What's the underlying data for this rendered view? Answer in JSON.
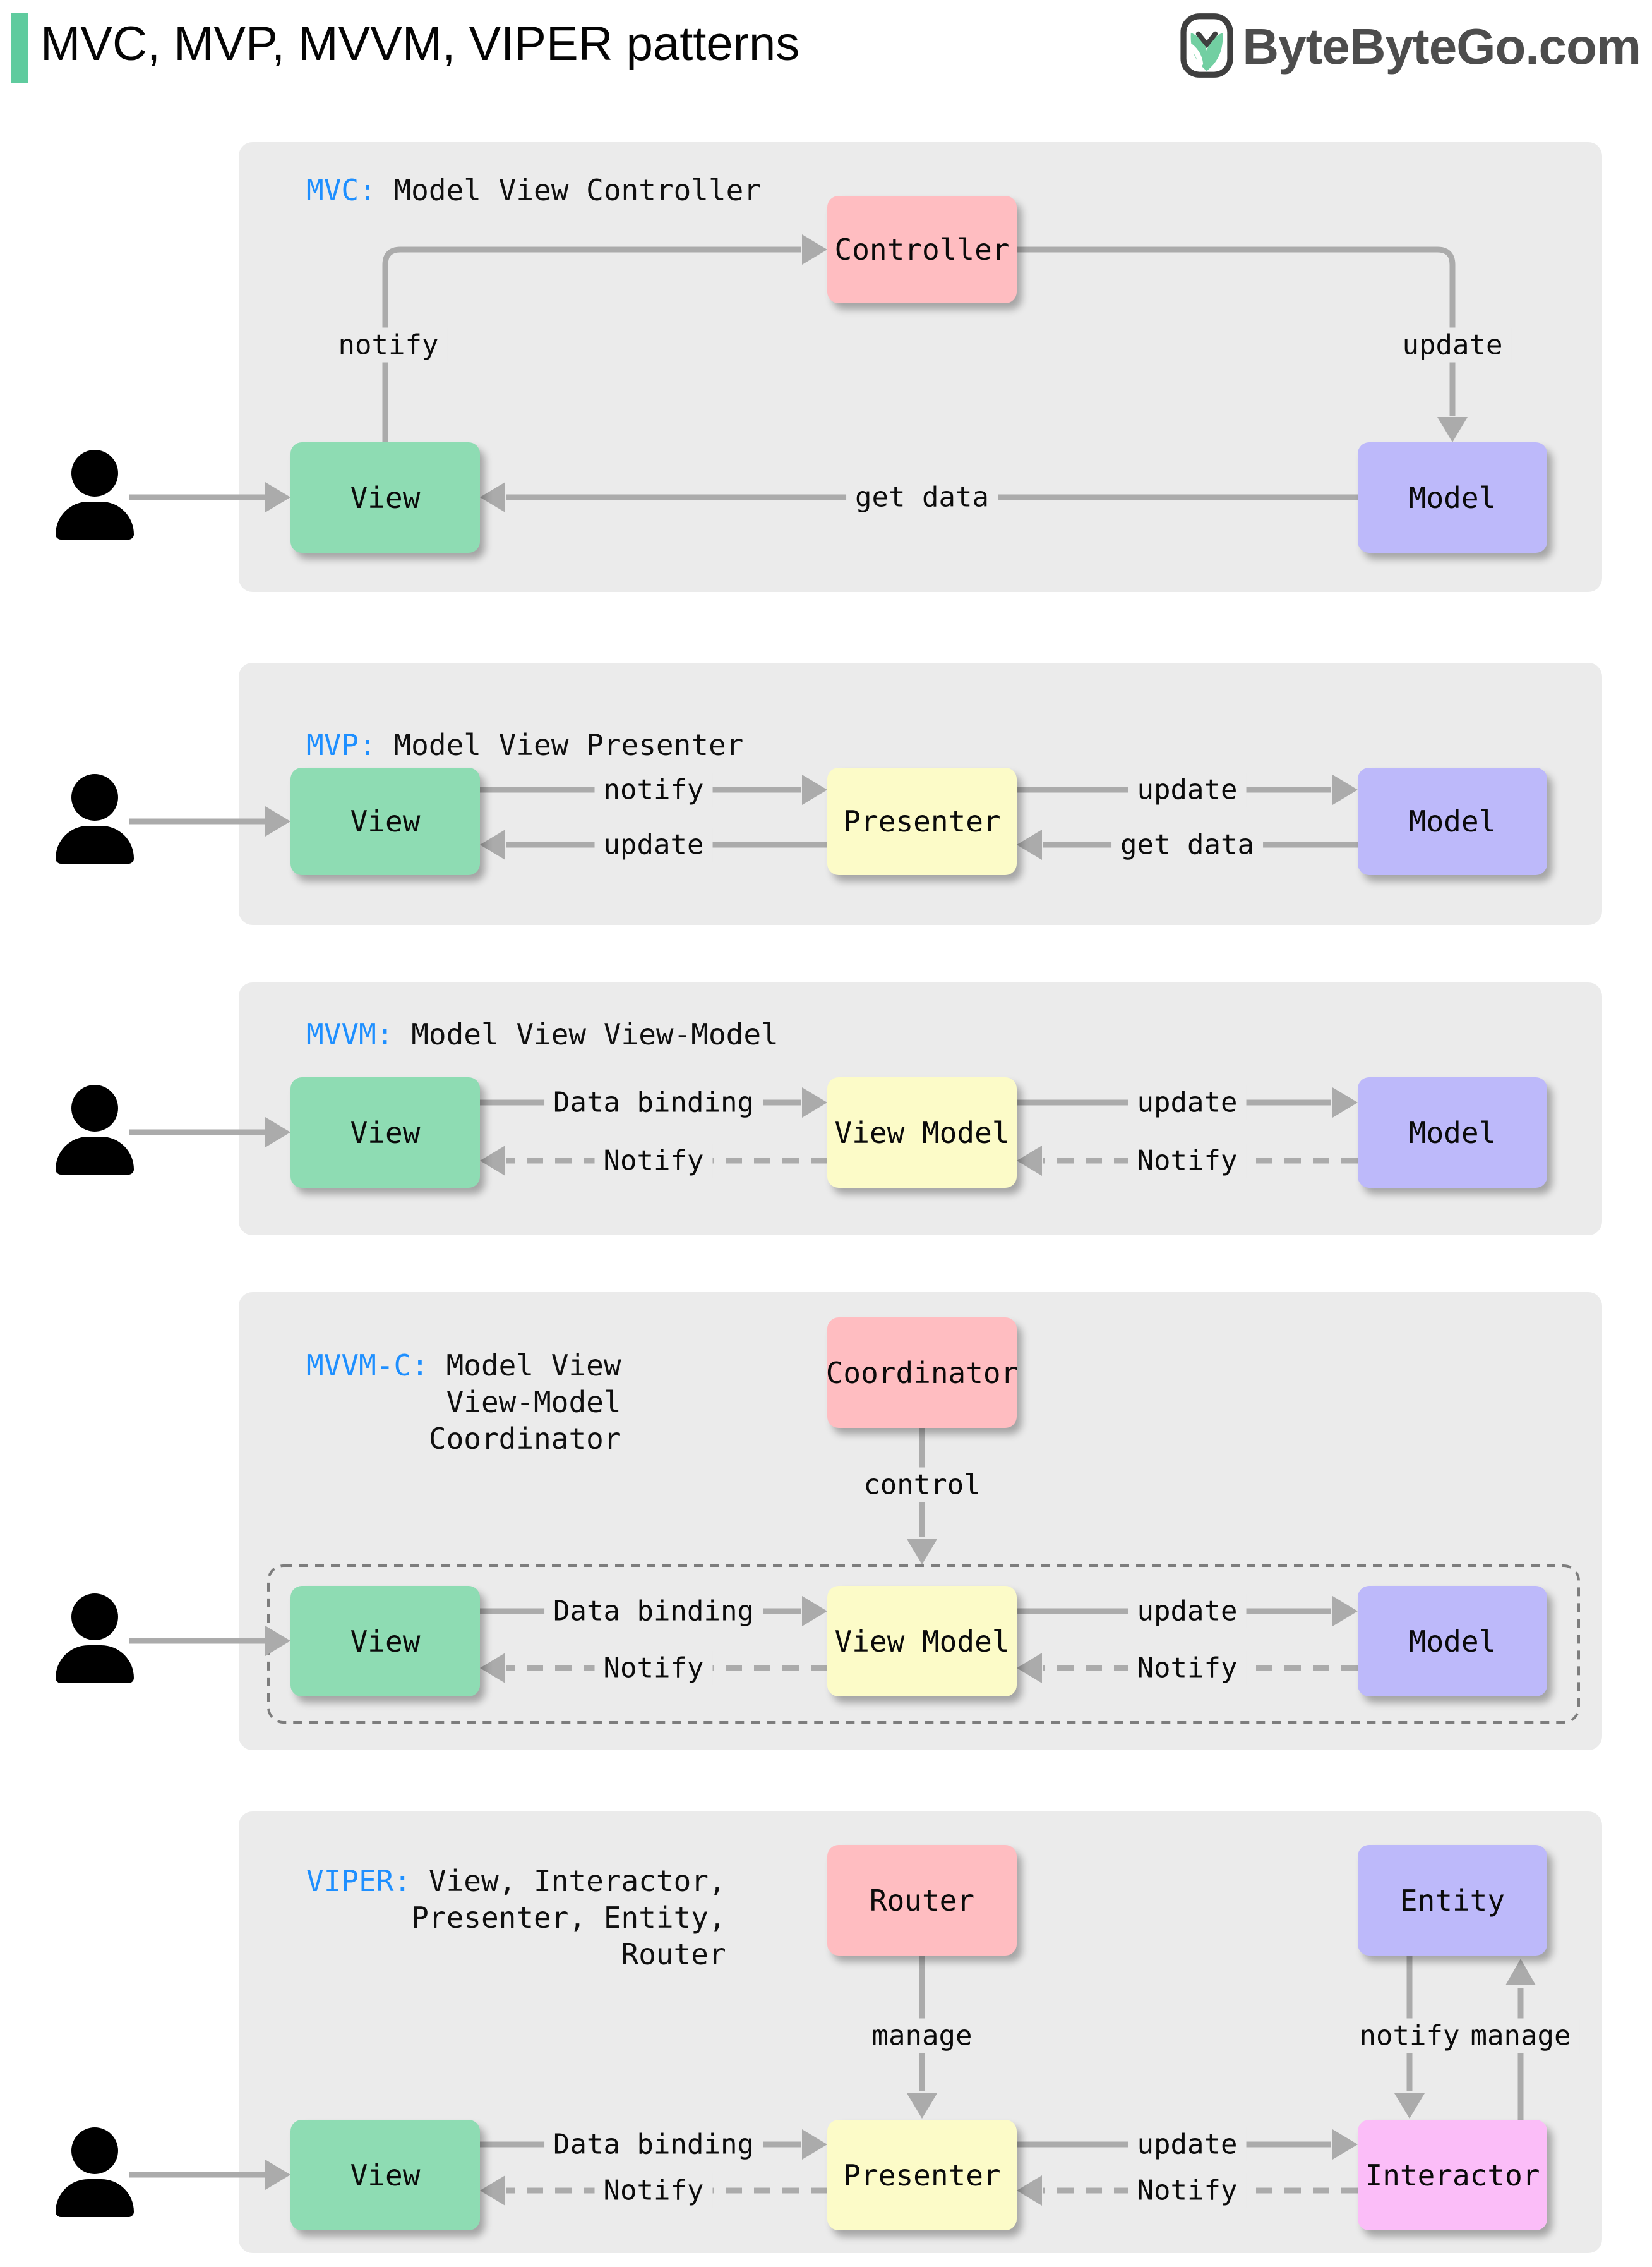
{
  "header": {
    "title": "MVC, MVP, MVVM, VIPER patterns",
    "brand": "ByteByteGo.com"
  },
  "colors": {
    "accent_green": "#5FCB9E",
    "tag_blue": "#1E8FFF",
    "panel_bg": "#EBEBEB",
    "box_green": "#8EDCB3",
    "box_pink": "#FFBDC1",
    "box_purple": "#BDB9FA",
    "box_yellow": "#FCFBC8",
    "box_magenta": "#FBBDF8",
    "arrow_gray": "#ABABAB"
  },
  "mvc": {
    "tag": "MVC:",
    "title": "Model View Controller",
    "controller": "Controller",
    "view": "View",
    "model": "Model",
    "notify": "notify",
    "update": "update",
    "get_data": "get data"
  },
  "mvp": {
    "tag": "MVP:",
    "title": "Model View Presenter",
    "view": "View",
    "presenter": "Presenter",
    "model": "Model",
    "notify": "notify",
    "update_view": "update",
    "update_model": "update",
    "get_data": "get data"
  },
  "mvvm": {
    "tag": "MVVM:",
    "title": "Model View View-Model",
    "view": "View",
    "view_model": "View Model",
    "model": "Model",
    "data_binding": "Data binding",
    "notify_view": "Notify",
    "update": "update",
    "notify_vm": "Notify"
  },
  "mvvmc": {
    "tag": "MVVM-C:",
    "title_line1": "Model View",
    "title_line2": "View-Model",
    "title_line3": "Coordinator",
    "coordinator": "Coordinator",
    "control": "control",
    "view": "View",
    "view_model": "View Model",
    "model": "Model",
    "data_binding": "Data binding",
    "notify_view": "Notify",
    "update": "update",
    "notify_vm": "Notify"
  },
  "viper": {
    "tag": "VIPER:",
    "title_line1": "View, Interactor,",
    "title_line2": "Presenter, Entity,",
    "title_line3": "Router",
    "router": "Router",
    "entity": "Entity",
    "manage_router": "manage",
    "notify_entity": "notify",
    "manage_entity": "manage",
    "view": "View",
    "presenter": "Presenter",
    "interactor": "Interactor",
    "data_binding": "Data binding",
    "notify_view": "Notify",
    "update": "update",
    "notify_presenter": "Notify"
  }
}
